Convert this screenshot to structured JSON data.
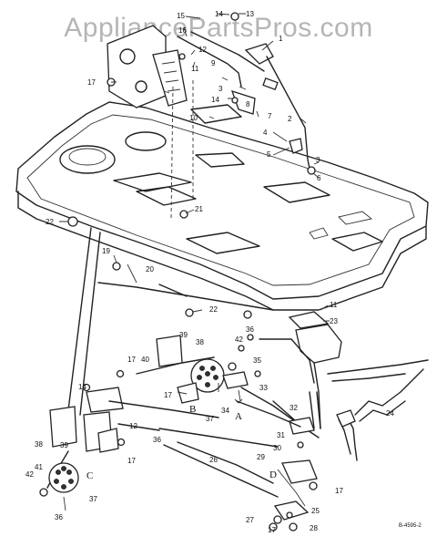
{
  "watermark": "AppliancePartsPros.com",
  "figure_code": "B-4595-2",
  "part_labels": [
    {
      "id": "p15",
      "text": "15"
    },
    {
      "id": "p14a",
      "text": "14"
    },
    {
      "id": "p13",
      "text": "13"
    },
    {
      "id": "p16",
      "text": "16"
    },
    {
      "id": "p12a",
      "text": "12"
    },
    {
      "id": "p11a",
      "text": "11"
    },
    {
      "id": "p17a",
      "text": "17"
    },
    {
      "id": "p9",
      "text": "9"
    },
    {
      "id": "p8",
      "text": "8"
    },
    {
      "id": "p1",
      "text": "1"
    },
    {
      "id": "p3a",
      "text": "3"
    },
    {
      "id": "p14b",
      "text": "14"
    },
    {
      "id": "p10",
      "text": "10"
    },
    {
      "id": "p7",
      "text": "7"
    },
    {
      "id": "p2",
      "text": "2"
    },
    {
      "id": "p4",
      "text": "4"
    },
    {
      "id": "p5",
      "text": "5"
    },
    {
      "id": "p3b",
      "text": "3"
    },
    {
      "id": "p6",
      "text": "6"
    },
    {
      "id": "p21",
      "text": "21"
    },
    {
      "id": "p22a",
      "text": "22"
    },
    {
      "id": "p19",
      "text": "19"
    },
    {
      "id": "p20",
      "text": "20"
    },
    {
      "id": "p22b",
      "text": "22"
    },
    {
      "id": "p11b",
      "text": "11"
    },
    {
      "id": "p23",
      "text": "23"
    },
    {
      "id": "p39a",
      "text": "39"
    },
    {
      "id": "p38a",
      "text": "38"
    },
    {
      "id": "p36a",
      "text": "36"
    },
    {
      "id": "p42a",
      "text": "42"
    },
    {
      "id": "p17b",
      "text": "17"
    },
    {
      "id": "p40",
      "text": "40"
    },
    {
      "id": "p35",
      "text": "35"
    },
    {
      "id": "p17c",
      "text": "17"
    },
    {
      "id": "p37a",
      "text": "37"
    },
    {
      "id": "p34",
      "text": "34"
    },
    {
      "id": "p33",
      "text": "33"
    },
    {
      "id": "p14c",
      "text": "14"
    },
    {
      "id": "p32",
      "text": "32"
    },
    {
      "id": "p24",
      "text": "24"
    },
    {
      "id": "p12b",
      "text": "12"
    },
    {
      "id": "p36b",
      "text": "36"
    },
    {
      "id": "p31",
      "text": "31"
    },
    {
      "id": "p38b",
      "text": "38"
    },
    {
      "id": "p39b",
      "text": "39"
    },
    {
      "id": "p30",
      "text": "30"
    },
    {
      "id": "p17d",
      "text": "17"
    },
    {
      "id": "p26",
      "text": "26"
    },
    {
      "id": "p29",
      "text": "29"
    },
    {
      "id": "p41",
      "text": "41"
    },
    {
      "id": "p42b",
      "text": "42"
    },
    {
      "id": "p17e",
      "text": "17"
    },
    {
      "id": "p37b",
      "text": "37"
    },
    {
      "id": "p25",
      "text": "25"
    },
    {
      "id": "p36c",
      "text": "36"
    },
    {
      "id": "p27",
      "text": "27"
    },
    {
      "id": "p17f",
      "text": "17"
    },
    {
      "id": "p28",
      "text": "28"
    }
  ],
  "callout_letters": [
    {
      "id": "la",
      "text": "A"
    },
    {
      "id": "lb",
      "text": "B"
    },
    {
      "id": "lc",
      "text": "C"
    },
    {
      "id": "ld",
      "text": "D"
    }
  ]
}
